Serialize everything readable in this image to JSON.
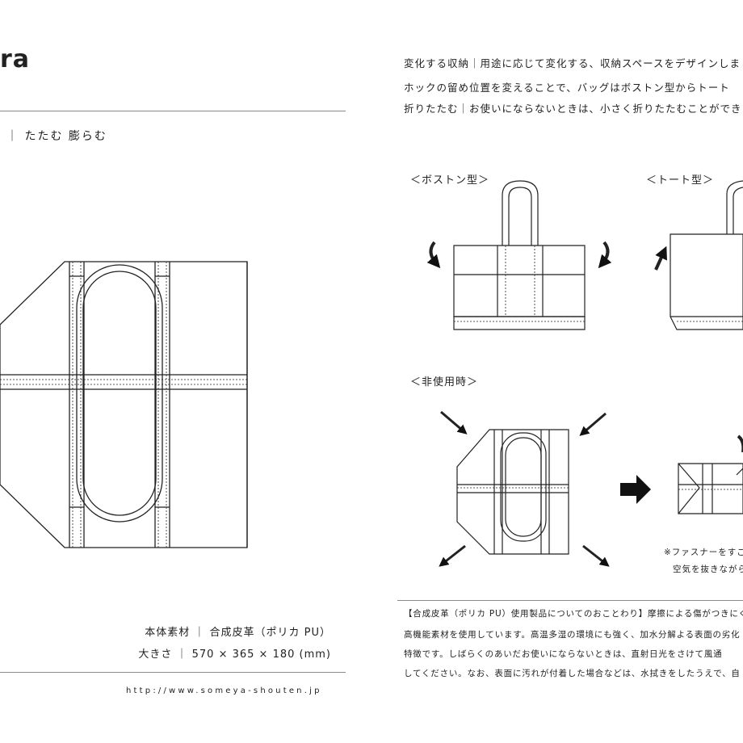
{
  "brand": {
    "logo": "ra"
  },
  "left": {
    "tagline": "｜ たたむ 膨らむ",
    "spec_material": "本体素材 ｜ 合成皮革（ポリカ PU）",
    "spec_size": "大きさ ｜ 570 × 365 × 180 (mm)",
    "url": "http://www.someya-shouten.jp"
  },
  "right": {
    "desc_lines": [
      "変化する収納｜用途に応じて変化する、収納スペースをデザインしまし",
      "ホックの留め位置を変えることで、バッグはボストン型からトート",
      "折りたたむ｜お使いにならないときは、小さく折りたたむことができ"
    ],
    "label_boston": "＜ボストン型＞",
    "label_tote": "＜トート型＞",
    "label_unused": "＜非使用時＞",
    "note_lines": [
      "※ファスナーをすこ",
      "空気を抜きながら"
    ],
    "caution_lines": [
      "【合成皮革（ポリカ PU）使用製品についてのおことわり】摩擦による傷がつきにく",
      "高機能素材を使用しています。高温多湿の環境にも強く、加水分解よる表面の劣化",
      "特徴です。しばらくのあいだお使いにならないときは、直射日光をさけて風通",
      "してください。なお、表面に汚れが付着した場合などは、水拭きをしたうえで、自"
    ]
  }
}
